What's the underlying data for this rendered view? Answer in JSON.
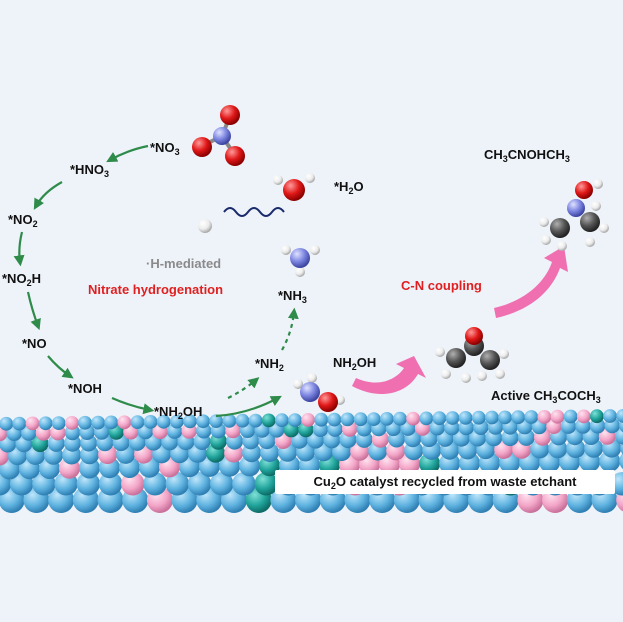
{
  "species": {
    "no3": {
      "pre": "*NO",
      "sub": "3",
      "post": ""
    },
    "hno3": {
      "pre": "*HNO",
      "sub": "3",
      "post": ""
    },
    "no2": {
      "pre": "*NO",
      "sub": "2",
      "post": ""
    },
    "no2h": {
      "pre": "*NO",
      "sub": "2",
      "post": "H"
    },
    "no": {
      "pre": "*NO",
      "sub": "",
      "post": ""
    },
    "noh": {
      "pre": "*NOH",
      "sub": "",
      "post": ""
    },
    "nh2oh_ads": {
      "pre": "*NH",
      "sub": "2",
      "post": "OH"
    },
    "nh2": {
      "pre": "*NH",
      "sub": "2",
      "post": ""
    },
    "nh3": {
      "pre": "*NH",
      "sub": "3",
      "post": ""
    },
    "h2o": {
      "pre": "*H",
      "sub": "2",
      "post": "O"
    },
    "nh2oh": {
      "pre": "NH",
      "sub": "2",
      "post": "OH"
    }
  },
  "labels": {
    "h_mediated": "·H-mediated",
    "nitrate_hydrogenation": "Nitrate hydrogenation",
    "cn_coupling": "C-N coupling",
    "oxime": {
      "p1": "CH",
      "s1": "3",
      "p2": "CNOHCH",
      "s2": "3"
    },
    "acetone": {
      "p1": "Active CH",
      "s1": "3",
      "p2": "COCH",
      "s2": "3"
    }
  },
  "caption": {
    "p1": "Cu",
    "s1": "2",
    "p2": "O catalyst recycled from waste etchant"
  },
  "colors": {
    "green_arrow": "#2e8b4a",
    "pink_arrow": "#f06fb0",
    "red_text": "#e02020",
    "surface_blue": "#5fb3e0",
    "surface_pink": "#f3a6c8",
    "surface_teal": "#1fa39a",
    "oxygen": "#e01818",
    "nitrogen": "#7d86e0",
    "carbon": "#555555",
    "hydrogen": "#f2f2f2"
  }
}
